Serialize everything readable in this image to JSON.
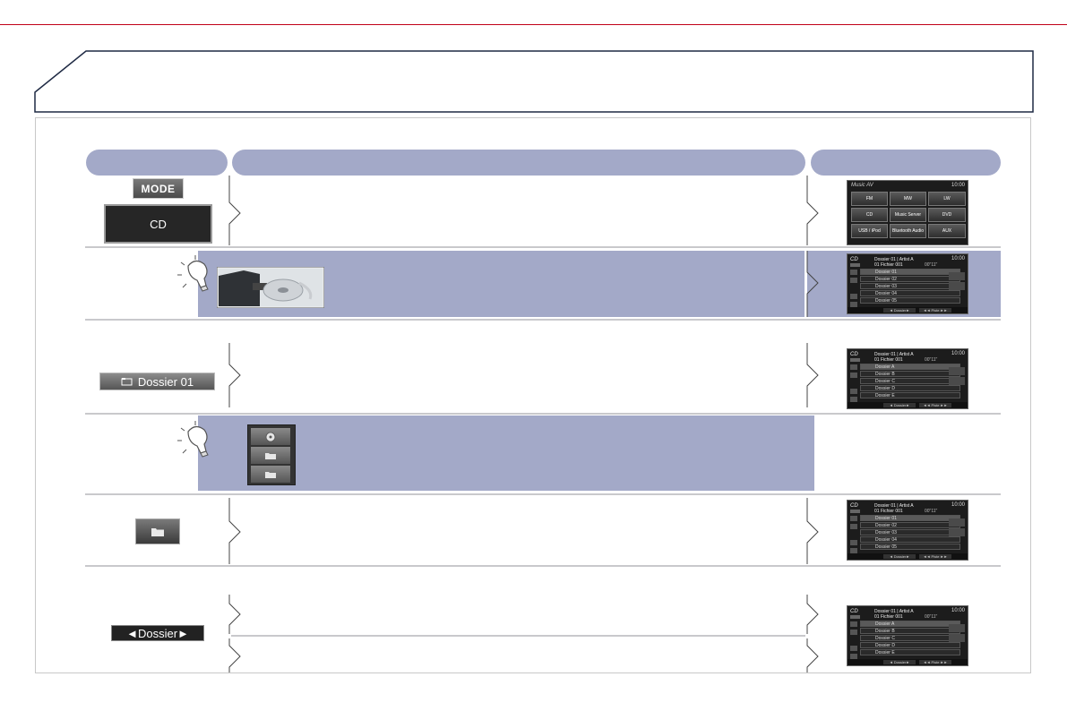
{
  "buttons": {
    "mode": "MODE",
    "cd": "CD",
    "dossier": "Dossier 01",
    "nav": "◄Dossier►"
  },
  "screens": {
    "menu": {
      "title": "Music AV",
      "time": "10:00",
      "items": [
        "FM",
        "MW",
        "LW",
        "CD",
        "Music Server",
        "DVD",
        "USB / iPod",
        "Bluetooth Audio",
        "AUX"
      ]
    },
    "list_numeric": {
      "source": "CD",
      "time": "10:00",
      "line1": "Dossier 01 | Artist A",
      "line2": "01 Fichier 001",
      "timecode": "00\"11\"",
      "rows": [
        "Dossier 01",
        "Dossier 02",
        "Dossier 03",
        "Dossier 04",
        "Dossier 05"
      ],
      "bottom_left": "◄ Dossier►",
      "bottom_right": "◄◄ Piste ►►"
    },
    "list_alpha": {
      "source": "CD",
      "time": "10:00",
      "line1": "Dossier 01 | Artist A",
      "line2": "01 Fichier 001",
      "timecode": "00\"11\"",
      "rows": [
        "Dossier A",
        "Dossier B",
        "Dossier C",
        "Dossier D",
        "Dossier E"
      ],
      "bottom_left": "◄ Dossier►",
      "bottom_right": "◄◄ Piste ►►"
    }
  },
  "icons": {
    "tip": "lightbulb-icon",
    "disc": "disc-icon",
    "folder": "folder-icon",
    "chevron": "chevron-right-icon"
  },
  "colors": {
    "accent_rule": "#c00018",
    "pill": "#a3a9c8",
    "highlight": "#a3a9c8"
  }
}
